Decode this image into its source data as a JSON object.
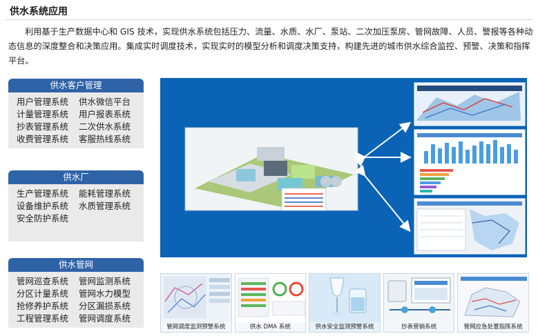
{
  "page": {
    "title": "供水系统应用",
    "intro": "利用基于生产数据中心和 GIS 技术，实现供水系统包括压力、流量、水质、水厂、泵站、二次加压泵房、管网故障、人员、警报等各种动态信息的深度整合和决策应用。集成实时调度技术，实现实时的模型分析和调度决策支持，构建先进的城市供水综合监控、预警、决策和指挥平台。"
  },
  "groups": [
    {
      "title": "供水客户管理",
      "rows": [
        [
          "用户管理系统",
          "供水微信平台"
        ],
        [
          "计量管理系统",
          "用户报表系统"
        ],
        [
          "抄表管理系统",
          "二次供水系统"
        ],
        [
          "收费管理系统",
          "客服热线系统"
        ]
      ]
    },
    {
      "title": "供水厂",
      "rows": [
        [
          "生产管理系统",
          "能耗管理系统"
        ],
        [
          "设备维护系统",
          "水质管理系统"
        ],
        [
          "安全防护系统",
          ""
        ]
      ]
    },
    {
      "title": "供水管网",
      "rows": [
        [
          "管网巡查系统",
          "管网监测系统"
        ],
        [
          "分区计量系统",
          "管网水力模型"
        ],
        [
          "抢修养护系统",
          "分区漏损系统"
        ],
        [
          "工程管理系统",
          "管网调度系统"
        ]
      ]
    }
  ],
  "thumbnails": [
    {
      "caption": "管网调度监测预警系统"
    },
    {
      "caption": "供水 DMA 系统"
    },
    {
      "caption": "供水安全监测预警系统"
    },
    {
      "caption": "抄表营销系统"
    },
    {
      "caption": "管网应急处置指挥系统"
    }
  ],
  "colors": {
    "accent": "#2f63a8",
    "diagram_bg": "#0b63b5",
    "group_bg": "#eaeaea"
  }
}
